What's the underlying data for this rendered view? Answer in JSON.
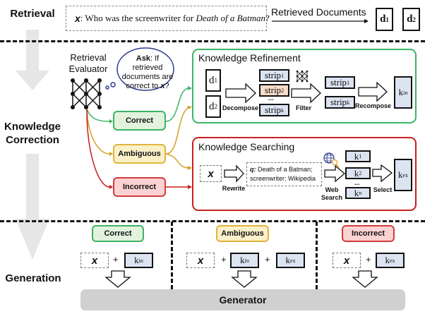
{
  "sections": {
    "retrieval": "Retrieval",
    "knowledge_correction": "Knowledge Correction",
    "generation": "Generation"
  },
  "retrieval": {
    "query_label": "x",
    "query_text_prefix": ": Who was the screenwriter for ",
    "query_text_italic": "Death of a Batman",
    "query_text_suffix": "?",
    "arrow_label": "Retrieved Documents",
    "documents": [
      {
        "base": "d",
        "sub": "1"
      },
      {
        "base": "d",
        "sub": "2"
      }
    ]
  },
  "evaluator": {
    "title_line1": "Retrieval",
    "title_line2": "Evaluator",
    "thought_ask": "Ask",
    "thought_text": ": If retrieved documents are correct to ",
    "thought_x": "x",
    "thought_end": "?",
    "icon": "neural-network-icon"
  },
  "judgments": {
    "correct": "Correct",
    "ambiguous": "Ambiguous",
    "incorrect": "Incorrect"
  },
  "colors": {
    "correct": "#3cb464",
    "ambiguous": "#e0b43c",
    "incorrect": "#d23c3c",
    "knowledge_box": "#dce4f2",
    "strip_highlight": "#f8dcc8",
    "generator": "#d0d0d0",
    "section_arrow": "#e6e6e6"
  },
  "refinement": {
    "title": "Knowledge Refinement",
    "docs": [
      {
        "base": "d",
        "sub": "1"
      },
      {
        "base": "d",
        "sub": "2"
      }
    ],
    "decompose_label": "Decompose",
    "strips": [
      {
        "base": "strip",
        "sub": "1"
      },
      {
        "base": "strip",
        "sub": "2"
      },
      {
        "base": "strip",
        "sub": "k"
      }
    ],
    "ellipsis": "...",
    "filter_label": "Filter",
    "filtered": [
      {
        "base": "strip",
        "sub": "1"
      },
      {
        "base": "strip",
        "sub": "k"
      }
    ],
    "recompose_label": "Recompose",
    "output": {
      "base": "k",
      "sub": "in"
    }
  },
  "searching": {
    "title": "Knowledge Searching",
    "x_label": "x",
    "rewrite_label": "Rewrite",
    "query_label": "q:",
    "query_line1": " Death of a Batman;",
    "query_line2": "screenwriter; Wikipedia",
    "web_search_line1": "Web",
    "web_search_line2": "Search",
    "results": [
      {
        "base": "k",
        "sub": "1"
      },
      {
        "base": "k",
        "sub": "2"
      },
      {
        "base": "k",
        "sub": "n"
      }
    ],
    "ellipsis": "...",
    "select_label": "Select",
    "output": {
      "base": "k",
      "sub": "ex"
    }
  },
  "generation": {
    "columns": [
      {
        "label": "Correct",
        "inputs": [
          "x",
          "k_in"
        ]
      },
      {
        "label": "Ambiguous",
        "inputs": [
          "x",
          "k_in",
          "k_ex"
        ]
      },
      {
        "label": "Incorrect",
        "inputs": [
          "x",
          "k_ex"
        ]
      }
    ],
    "x": "x",
    "plus": "+",
    "k_in": {
      "base": "k",
      "sub": "in"
    },
    "k_ex": {
      "base": "k",
      "sub": "ex"
    },
    "generator_label": "Generator"
  }
}
